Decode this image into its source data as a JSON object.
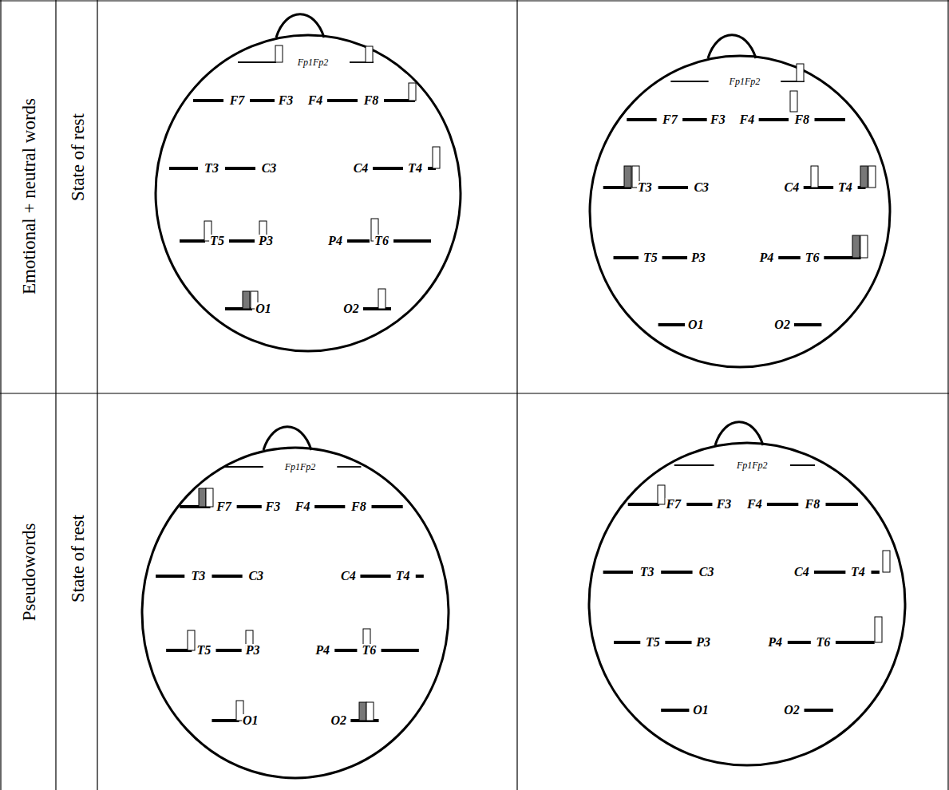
{
  "diagram": {
    "labels": [
      "Emotional + neutral words",
      "State of rest",
      "Fp1Fp2",
      "F7",
      "F3",
      "F4",
      "F8",
      "T3",
      "C3",
      "C4",
      "T4",
      "T5",
      "P3",
      "P4",
      "T6",
      "O1",
      "O2",
      "Fp1Fp2",
      "F7",
      "F3",
      "F4",
      "F8",
      "T3",
      "C3",
      "C4",
      "T4",
      "T5",
      "P3",
      "P4",
      "T6",
      "O1",
      "O2",
      "Pseudowords",
      "State of rest",
      "Fp1Fp2",
      "F7",
      "F3",
      "F4",
      "F8",
      "T3",
      "C3",
      "C4",
      "T4",
      "T5",
      "P3",
      "P4",
      "T6",
      "O1",
      "O2",
      "Fp1Fp2",
      "F7",
      "F3",
      "F4",
      "F8",
      "T3",
      "C3",
      "C4",
      "T4",
      "T5",
      "P3",
      "P4",
      "T6",
      "O1",
      "O2"
    ]
  }
}
